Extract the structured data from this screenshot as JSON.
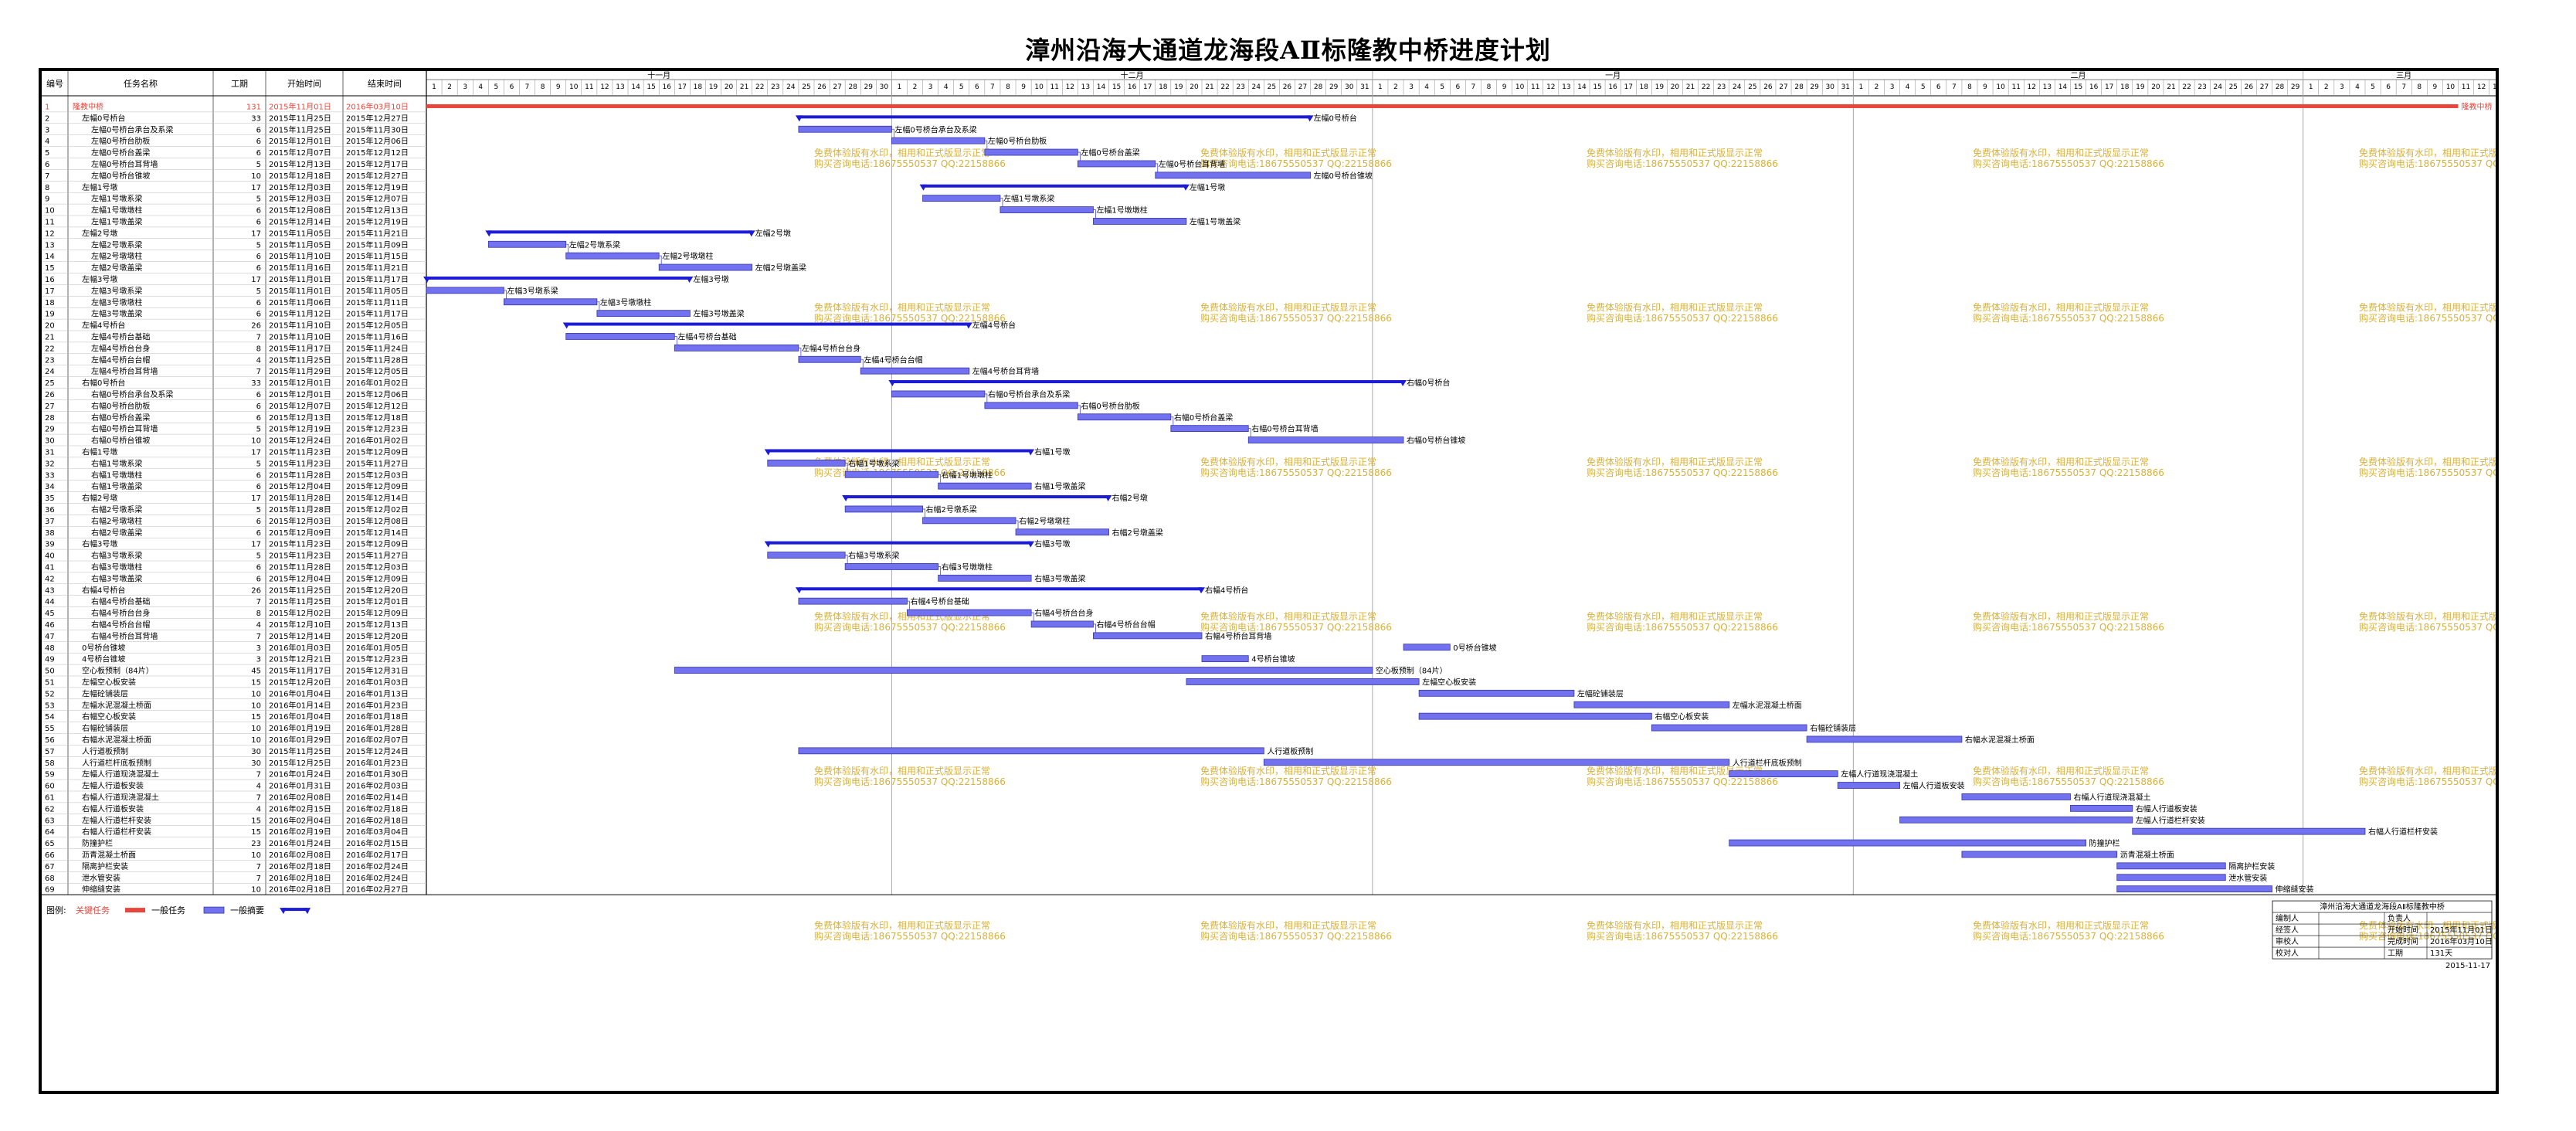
{
  "title": "漳州沿海大通道龙海段AⅡ标隆教中桥进度计划",
  "columns": {
    "id": "编号",
    "name": "任务名称",
    "duration": "工期",
    "start": "开始时间",
    "finish": "结束时间"
  },
  "month_labels": [
    "十一月",
    "十二月",
    "一月",
    "二月",
    "三月"
  ],
  "watermark": {
    "line1": "免费体验版有水印，相用和正式版显示正常",
    "line2": "购买咨询电话:18675550537 QQ:22158866"
  },
  "legend": {
    "label": "图例:",
    "critical": "关键任务",
    "normal": "一般任务",
    "summary": "一般摘要"
  },
  "info": {
    "project_name": "漳州沿海大通道龙海段AⅡ标隆教中桥",
    "rows": [
      [
        "编制人",
        "",
        "负责人",
        ""
      ],
      [
        "经签人",
        "",
        "开始时间",
        "2015年11月01日"
      ],
      [
        "审校人",
        "",
        "完成时间",
        "2016年03月10日"
      ],
      [
        "校对人",
        "",
        "工期",
        "131天"
      ]
    ],
    "date": "2015-11-17"
  },
  "colors": {
    "critical": "#e8463c",
    "task_fill": "#7272f0",
    "task_border": "#3636a8",
    "summary": "#1c1cd8",
    "grid": "#c8c8c8",
    "watermark": "#d8b13a",
    "link": "#4a4ae6"
  },
  "chart_data": {
    "type": "gantt",
    "x_axis": {
      "start_date": "2015-11-01",
      "end_date": "2016-03-13",
      "unit": "day"
    },
    "tasks": [
      {
        "id": 1,
        "name": "隆教中桥",
        "duration": 131,
        "start": "2015年11月01日",
        "finish": "2016年03月10日",
        "level": 0,
        "kind": "critical",
        "label": "隆教中桥"
      },
      {
        "id": 2,
        "name": "左幅0号桥台",
        "duration": 33,
        "start": "2015年11月25日",
        "finish": "2015年12月27日",
        "level": 1,
        "kind": "summary",
        "label": "左幅0号桥台"
      },
      {
        "id": 3,
        "name": "左幅0号桥台承台及系梁",
        "duration": 6,
        "start": "2015年11月25日",
        "finish": "2015年11月30日",
        "level": 2,
        "kind": "task",
        "label": "左幅0号桥台承台及系梁"
      },
      {
        "id": 4,
        "name": "左幅0号桥台肋板",
        "duration": 6,
        "start": "2015年12月01日",
        "finish": "2015年12月06日",
        "level": 2,
        "kind": "task",
        "label": "左幅0号桥台肋板"
      },
      {
        "id": 5,
        "name": "左幅0号桥台盖梁",
        "duration": 6,
        "start": "2015年12月07日",
        "finish": "2015年12月12日",
        "level": 2,
        "kind": "task",
        "label": "左幅0号桥台盖梁"
      },
      {
        "id": 6,
        "name": "左幅0号桥台耳背墙",
        "duration": 5,
        "start": "2015年12月13日",
        "finish": "2015年12月17日",
        "level": 2,
        "kind": "task",
        "label": "左幅0号桥台耳背墙"
      },
      {
        "id": 7,
        "name": "左幅0号桥台锥坡",
        "duration": 10,
        "start": "2015年12月18日",
        "finish": "2015年12月27日",
        "level": 2,
        "kind": "task",
        "label": "左幅0号桥台锥坡"
      },
      {
        "id": 8,
        "name": "左幅1号墩",
        "duration": 17,
        "start": "2015年12月03日",
        "finish": "2015年12月19日",
        "level": 1,
        "kind": "summary",
        "label": "左幅1号墩"
      },
      {
        "id": 9,
        "name": "左幅1号墩系梁",
        "duration": 5,
        "start": "2015年12月03日",
        "finish": "2015年12月07日",
        "level": 2,
        "kind": "task",
        "label": "左幅1号墩系梁"
      },
      {
        "id": 10,
        "name": "左幅1号墩墩柱",
        "duration": 6,
        "start": "2015年12月08日",
        "finish": "2015年12月13日",
        "level": 2,
        "kind": "task",
        "label": "左幅1号墩墩柱"
      },
      {
        "id": 11,
        "name": "左幅1号墩盖梁",
        "duration": 6,
        "start": "2015年12月14日",
        "finish": "2015年12月19日",
        "level": 2,
        "kind": "task",
        "label": "左幅1号墩盖梁"
      },
      {
        "id": 12,
        "name": "左幅2号墩",
        "duration": 17,
        "start": "2015年11月05日",
        "finish": "2015年11月21日",
        "level": 1,
        "kind": "summary",
        "label": "左幅2号墩"
      },
      {
        "id": 13,
        "name": "左幅2号墩系梁",
        "duration": 5,
        "start": "2015年11月05日",
        "finish": "2015年11月09日",
        "level": 2,
        "kind": "task",
        "label": "左幅2号墩系梁"
      },
      {
        "id": 14,
        "name": "左幅2号墩墩柱",
        "duration": 6,
        "start": "2015年11月10日",
        "finish": "2015年11月15日",
        "level": 2,
        "kind": "task",
        "label": "左幅2号墩墩柱"
      },
      {
        "id": 15,
        "name": "左幅2号墩盖梁",
        "duration": 6,
        "start": "2015年11月16日",
        "finish": "2015年11月21日",
        "level": 2,
        "kind": "task",
        "label": "左幅2号墩盖梁"
      },
      {
        "id": 16,
        "name": "左幅3号墩",
        "duration": 17,
        "start": "2015年11月01日",
        "finish": "2015年11月17日",
        "level": 1,
        "kind": "summary",
        "label": "左幅3号墩"
      },
      {
        "id": 17,
        "name": "左幅3号墩系梁",
        "duration": 5,
        "start": "2015年11月01日",
        "finish": "2015年11月05日",
        "level": 2,
        "kind": "task",
        "label": "左幅3号墩系梁"
      },
      {
        "id": 18,
        "name": "左幅3号墩墩柱",
        "duration": 6,
        "start": "2015年11月06日",
        "finish": "2015年11月11日",
        "level": 2,
        "kind": "task",
        "label": "左幅3号墩墩柱"
      },
      {
        "id": 19,
        "name": "左幅3号墩盖梁",
        "duration": 6,
        "start": "2015年11月12日",
        "finish": "2015年11月17日",
        "level": 2,
        "kind": "task",
        "label": "左幅3号墩盖梁"
      },
      {
        "id": 20,
        "name": "左幅4号桥台",
        "duration": 26,
        "start": "2015年11月10日",
        "finish": "2015年12月05日",
        "level": 1,
        "kind": "summary",
        "label": "左幅4号桥台"
      },
      {
        "id": 21,
        "name": "左幅4号桥台基础",
        "duration": 7,
        "start": "2015年11月10日",
        "finish": "2015年11月16日",
        "level": 2,
        "kind": "task",
        "label": "左幅4号桥台基础"
      },
      {
        "id": 22,
        "name": "左幅4号桥台台身",
        "duration": 8,
        "start": "2015年11月17日",
        "finish": "2015年11月24日",
        "level": 2,
        "kind": "task",
        "label": "左幅4号桥台台身"
      },
      {
        "id": 23,
        "name": "左幅4号桥台台帽",
        "duration": 4,
        "start": "2015年11月25日",
        "finish": "2015年11月28日",
        "level": 2,
        "kind": "task",
        "label": "左幅4号桥台台帽"
      },
      {
        "id": 24,
        "name": "左幅4号桥台耳背墙",
        "duration": 7,
        "start": "2015年11月29日",
        "finish": "2015年12月05日",
        "level": 2,
        "kind": "task",
        "label": "左幅4号桥台耳背墙"
      },
      {
        "id": 25,
        "name": "右幅0号桥台",
        "duration": 33,
        "start": "2015年12月01日",
        "finish": "2016年01月02日",
        "level": 1,
        "kind": "summary",
        "label": "右幅0号桥台"
      },
      {
        "id": 26,
        "name": "右幅0号桥台承台及系梁",
        "duration": 6,
        "start": "2015年12月01日",
        "finish": "2015年12月06日",
        "level": 2,
        "kind": "task",
        "label": "右幅0号桥台承台及系梁"
      },
      {
        "id": 27,
        "name": "右幅0号桥台肋板",
        "duration": 6,
        "start": "2015年12月07日",
        "finish": "2015年12月12日",
        "level": 2,
        "kind": "task",
        "label": "右幅0号桥台肋板"
      },
      {
        "id": 28,
        "name": "右幅0号桥台盖梁",
        "duration": 6,
        "start": "2015年12月13日",
        "finish": "2015年12月18日",
        "level": 2,
        "kind": "task",
        "label": "右幅0号桥台盖梁"
      },
      {
        "id": 29,
        "name": "右幅0号桥台耳背墙",
        "duration": 5,
        "start": "2015年12月19日",
        "finish": "2015年12月23日",
        "level": 2,
        "kind": "task",
        "label": "右幅0号桥台耳背墙"
      },
      {
        "id": 30,
        "name": "右幅0号桥台锥坡",
        "duration": 10,
        "start": "2015年12月24日",
        "finish": "2016年01月02日",
        "level": 2,
        "kind": "task",
        "label": "右幅0号桥台锥坡"
      },
      {
        "id": 31,
        "name": "右幅1号墩",
        "duration": 17,
        "start": "2015年11月23日",
        "finish": "2015年12月09日",
        "level": 1,
        "kind": "summary",
        "label": "右幅1号墩"
      },
      {
        "id": 32,
        "name": "右幅1号墩系梁",
        "duration": 5,
        "start": "2015年11月23日",
        "finish": "2015年11月27日",
        "level": 2,
        "kind": "task",
        "label": "右幅1号墩系梁"
      },
      {
        "id": 33,
        "name": "右幅1号墩墩柱",
        "duration": 6,
        "start": "2015年11月28日",
        "finish": "2015年12月03日",
        "level": 2,
        "kind": "task",
        "label": "右幅1号墩墩柱"
      },
      {
        "id": 34,
        "name": "右幅1号墩盖梁",
        "duration": 6,
        "start": "2015年12月04日",
        "finish": "2015年12月09日",
        "level": 2,
        "kind": "task",
        "label": "右幅1号墩盖梁"
      },
      {
        "id": 35,
        "name": "右幅2号墩",
        "duration": 17,
        "start": "2015年11月28日",
        "finish": "2015年12月14日",
        "level": 1,
        "kind": "summary",
        "label": "右幅2号墩"
      },
      {
        "id": 36,
        "name": "右幅2号墩系梁",
        "duration": 5,
        "start": "2015年11月28日",
        "finish": "2015年12月02日",
        "level": 2,
        "kind": "task",
        "label": "右幅2号墩系梁"
      },
      {
        "id": 37,
        "name": "右幅2号墩墩柱",
        "duration": 6,
        "start": "2015年12月03日",
        "finish": "2015年12月08日",
        "level": 2,
        "kind": "task",
        "label": "右幅2号墩墩柱"
      },
      {
        "id": 38,
        "name": "右幅2号墩盖梁",
        "duration": 6,
        "start": "2015年12月09日",
        "finish": "2015年12月14日",
        "level": 2,
        "kind": "task",
        "label": "右幅2号墩盖梁"
      },
      {
        "id": 39,
        "name": "右幅3号墩",
        "duration": 17,
        "start": "2015年11月23日",
        "finish": "2015年12月09日",
        "level": 1,
        "kind": "summary",
        "label": "右幅3号墩"
      },
      {
        "id": 40,
        "name": "右幅3号墩系梁",
        "duration": 5,
        "start": "2015年11月23日",
        "finish": "2015年11月27日",
        "level": 2,
        "kind": "task",
        "label": "右幅3号墩系梁"
      },
      {
        "id": 41,
        "name": "右幅3号墩墩柱",
        "duration": 6,
        "start": "2015年11月28日",
        "finish": "2015年12月03日",
        "level": 2,
        "kind": "task",
        "label": "右幅3号墩墩柱"
      },
      {
        "id": 42,
        "name": "右幅3号墩盖梁",
        "duration": 6,
        "start": "2015年12月04日",
        "finish": "2015年12月09日",
        "level": 2,
        "kind": "task",
        "label": "右幅3号墩盖梁"
      },
      {
        "id": 43,
        "name": "右幅4号桥台",
        "duration": 26,
        "start": "2015年11月25日",
        "finish": "2015年12月20日",
        "level": 1,
        "kind": "summary",
        "label": "右幅4号桥台"
      },
      {
        "id": 44,
        "name": "右幅4号桥台基础",
        "duration": 7,
        "start": "2015年11月25日",
        "finish": "2015年12月01日",
        "level": 2,
        "kind": "task",
        "label": "右幅4号桥台基础"
      },
      {
        "id": 45,
        "name": "右幅4号桥台台身",
        "duration": 8,
        "start": "2015年12月02日",
        "finish": "2015年12月09日",
        "level": 2,
        "kind": "task",
        "label": "右幅4号桥台台身"
      },
      {
        "id": 46,
        "name": "右幅4号桥台台帽",
        "duration": 4,
        "start": "2015年12月10日",
        "finish": "2015年12月13日",
        "level": 2,
        "kind": "task",
        "label": "右幅4号桥台台帽"
      },
      {
        "id": 47,
        "name": "右幅4号桥台耳背墙",
        "duration": 7,
        "start": "2015年12月14日",
        "finish": "2015年12月20日",
        "level": 2,
        "kind": "task",
        "label": "右幅4号桥台耳背墙"
      },
      {
        "id": 48,
        "name": "0号桥台锥坡",
        "duration": 3,
        "start": "2016年01月03日",
        "finish": "2016年01月05日",
        "level": 1,
        "kind": "task",
        "label": "0号桥台锥坡"
      },
      {
        "id": 49,
        "name": "4号桥台锥坡",
        "duration": 3,
        "start": "2015年12月21日",
        "finish": "2015年12月23日",
        "level": 1,
        "kind": "task",
        "label": "4号桥台锥坡"
      },
      {
        "id": 50,
        "name": "空心板预制（84片）",
        "duration": 45,
        "start": "2015年11月17日",
        "finish": "2015年12月31日",
        "level": 1,
        "kind": "task",
        "label": "空心板预制（84片）"
      },
      {
        "id": 51,
        "name": "左幅空心板安装",
        "duration": 15,
        "start": "2015年12月20日",
        "finish": "2016年01月03日",
        "level": 1,
        "kind": "task",
        "label": "左幅空心板安装"
      },
      {
        "id": 52,
        "name": "左幅砼铺装层",
        "duration": 10,
        "start": "2016年01月04日",
        "finish": "2016年01月13日",
        "level": 1,
        "kind": "task",
        "label": "左幅砼铺装层"
      },
      {
        "id": 53,
        "name": "左幅水泥混凝土桥面",
        "duration": 10,
        "start": "2016年01月14日",
        "finish": "2016年01月23日",
        "level": 1,
        "kind": "task",
        "label": "左幅水泥混凝土桥面"
      },
      {
        "id": 54,
        "name": "右幅空心板安装",
        "duration": 15,
        "start": "2016年01月04日",
        "finish": "2016年01月18日",
        "level": 1,
        "kind": "task",
        "label": "右幅空心板安装"
      },
      {
        "id": 55,
        "name": "右幅砼铺装层",
        "duration": 10,
        "start": "2016年01月19日",
        "finish": "2016年01月28日",
        "level": 1,
        "kind": "task",
        "label": "右幅砼铺装层"
      },
      {
        "id": 56,
        "name": "右幅水泥混凝土桥面",
        "duration": 10,
        "start": "2016年01月29日",
        "finish": "2016年02月07日",
        "level": 1,
        "kind": "task",
        "label": "右幅水泥混凝土桥面"
      },
      {
        "id": 57,
        "name": "人行道板预制",
        "duration": 30,
        "start": "2015年11月25日",
        "finish": "2015年12月24日",
        "level": 1,
        "kind": "task",
        "label": "人行道板预制"
      },
      {
        "id": 58,
        "name": "人行道栏杆底板预制",
        "duration": 30,
        "start": "2015年12月25日",
        "finish": "2016年01月23日",
        "level": 1,
        "kind": "task",
        "label": "人行道栏杆底板预制"
      },
      {
        "id": 59,
        "name": "左幅人行道现浇混凝土",
        "duration": 7,
        "start": "2016年01月24日",
        "finish": "2016年01月30日",
        "level": 1,
        "kind": "task",
        "label": "左幅人行道现浇混凝土"
      },
      {
        "id": 60,
        "name": "左幅人行道板安装",
        "duration": 4,
        "start": "2016年01月31日",
        "finish": "2016年02月03日",
        "level": 1,
        "kind": "task",
        "label": "左幅人行道板安装"
      },
      {
        "id": 61,
        "name": "右幅人行道现浇混凝土",
        "duration": 7,
        "start": "2016年02月08日",
        "finish": "2016年02月14日",
        "level": 1,
        "kind": "task",
        "label": "右幅人行道现浇混凝土"
      },
      {
        "id": 62,
        "name": "右幅人行道板安装",
        "duration": 4,
        "start": "2016年02月15日",
        "finish": "2016年02月18日",
        "level": 1,
        "kind": "task",
        "label": "右幅人行道板安装"
      },
      {
        "id": 63,
        "name": "左幅人行道栏杆安装",
        "duration": 15,
        "start": "2016年02月04日",
        "finish": "2016年02月18日",
        "level": 1,
        "kind": "task",
        "label": "左幅人行道栏杆安装"
      },
      {
        "id": 64,
        "name": "右幅人行道栏杆安装",
        "duration": 15,
        "start": "2016年02月19日",
        "finish": "2016年03月04日",
        "level": 1,
        "kind": "task",
        "label": "右幅人行道栏杆安装"
      },
      {
        "id": 65,
        "name": "防撞护栏",
        "duration": 23,
        "start": "2016年01月24日",
        "finish": "2016年02月15日",
        "level": 1,
        "kind": "task",
        "label": "防撞护栏"
      },
      {
        "id": 66,
        "name": "沥青混凝土桥面",
        "duration": 10,
        "start": "2016年02月08日",
        "finish": "2016年02月17日",
        "level": 1,
        "kind": "task",
        "label": "沥青混凝土桥面"
      },
      {
        "id": 67,
        "name": "隔离护栏安装",
        "duration": 7,
        "start": "2016年02月18日",
        "finish": "2016年02月24日",
        "level": 1,
        "kind": "task",
        "label": "隔离护栏安装"
      },
      {
        "id": 68,
        "name": "泄水管安装",
        "duration": 7,
        "start": "2016年02月18日",
        "finish": "2016年02月24日",
        "level": 1,
        "kind": "task",
        "label": "泄水管安装"
      },
      {
        "id": 69,
        "name": "伸缩缝安装",
        "duration": 10,
        "start": "2016年02月18日",
        "finish": "2016年02月27日",
        "level": 1,
        "kind": "task",
        "label": "伸缩缝安装"
      }
    ]
  }
}
